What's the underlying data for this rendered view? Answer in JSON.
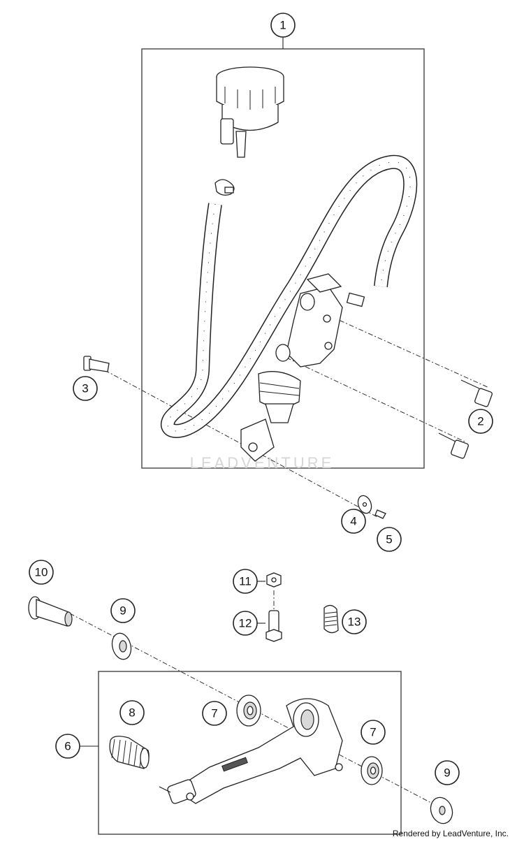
{
  "callouts": {
    "c1": "1",
    "c2": "2",
    "c3": "3",
    "c4": "4",
    "c5": "5",
    "c6": "6",
    "c7a": "7",
    "c7b": "7",
    "c8": "8",
    "c9a": "9",
    "c9b": "9",
    "c10": "10",
    "c11": "11",
    "c12": "12",
    "c13": "13"
  },
  "watermark": "LEADVENTURE",
  "credit": "Rendered by LeadVenture, Inc."
}
